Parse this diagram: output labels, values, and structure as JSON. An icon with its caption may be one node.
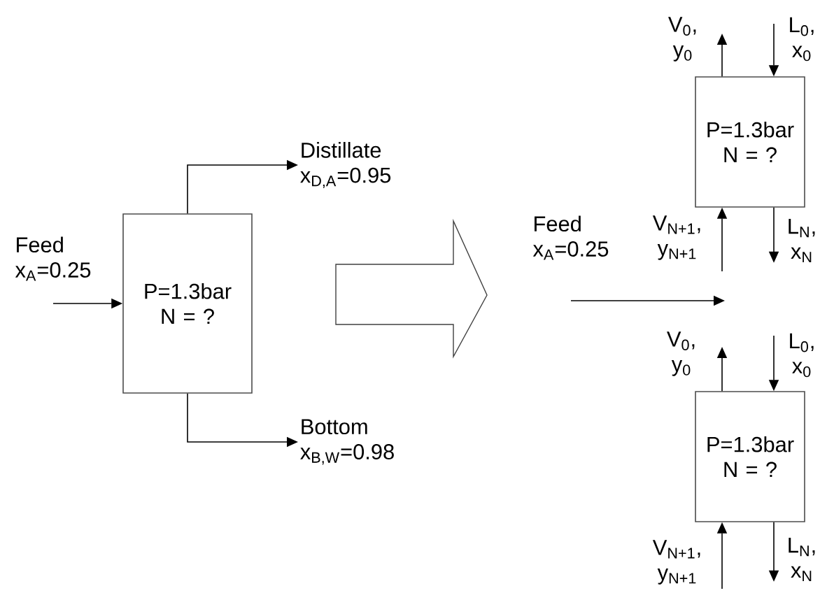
{
  "diagram": {
    "nodes": [
      {
        "text": [
          "Feed",
          "x$_{A}$=0.25"
        ]
      },
      {
        "text": [
          "P=1.3bar N = ?"
        ]
      },
      {
        "text": [
          "Distillate",
          "x$_{D,A}$=0.95"
        ]
      },
      {
        "text": [
          "Bottom",
          "x$_{B,W}$=0.98"
        ]
      },
      {
        "text": [
          "Feed",
          "x$_{A}$=0.25"
        ]
      },
      {
        "text": [
          "P=1.3bar N = ?"
        ]
      },
      {
        "text": [
          "P=1.3bar N = ?"
        ]
      },
      {
        "text": [
          "L$_{N}$, x$_{N}$"
        ]
      },
      {
        "text": [
          "L$_{N}$, x$_{N}$"
        ]
      }
    ],
    "edges": [
      {
        "from": 0,
        "to": 1,
        "arrow": "to"
      },
      {
        "from": 1,
        "to": 2,
        "arrow": "to"
      },
      {
        "from": 1,
        "to": 3,
        "arrow": "to"
      },
      {
        "from": 4,
        "to": null,
        "arrow": "to"
      },
      {
        "from": 5,
        "to": null,
        "arrow": "to"
      },
      {
        "from": null,
        "to": 5,
        "arrow": "to"
      },
      {
        "from": null,
        "to": 5,
        "arrow": "to"
      },
      {
        "from": 5,
        "to": 7,
        "arrow": "to"
      },
      {
        "from": 6,
        "to": null,
        "arrow": "to"
      },
      {
        "from": null,
        "to": 6,
        "arrow": "to"
      },
      {
        "from": null,
        "to": 6,
        "arrow": "to"
      },
      {
        "from": 6,
        "to": 8,
        "arrow": "to"
      }
    ],
    "labels": [
      "V$_{0}$, y$_{0}$",
      "L$_{0}$, x$_{0}$",
      "V$_{N+1}$, y$_{N+1}$",
      "V$_{0}$, y$_{0}$",
      "L$_{0}$, x$_{0}$",
      "V$_{N+1}$, y$_{N+1}$"
    ]
  }
}
